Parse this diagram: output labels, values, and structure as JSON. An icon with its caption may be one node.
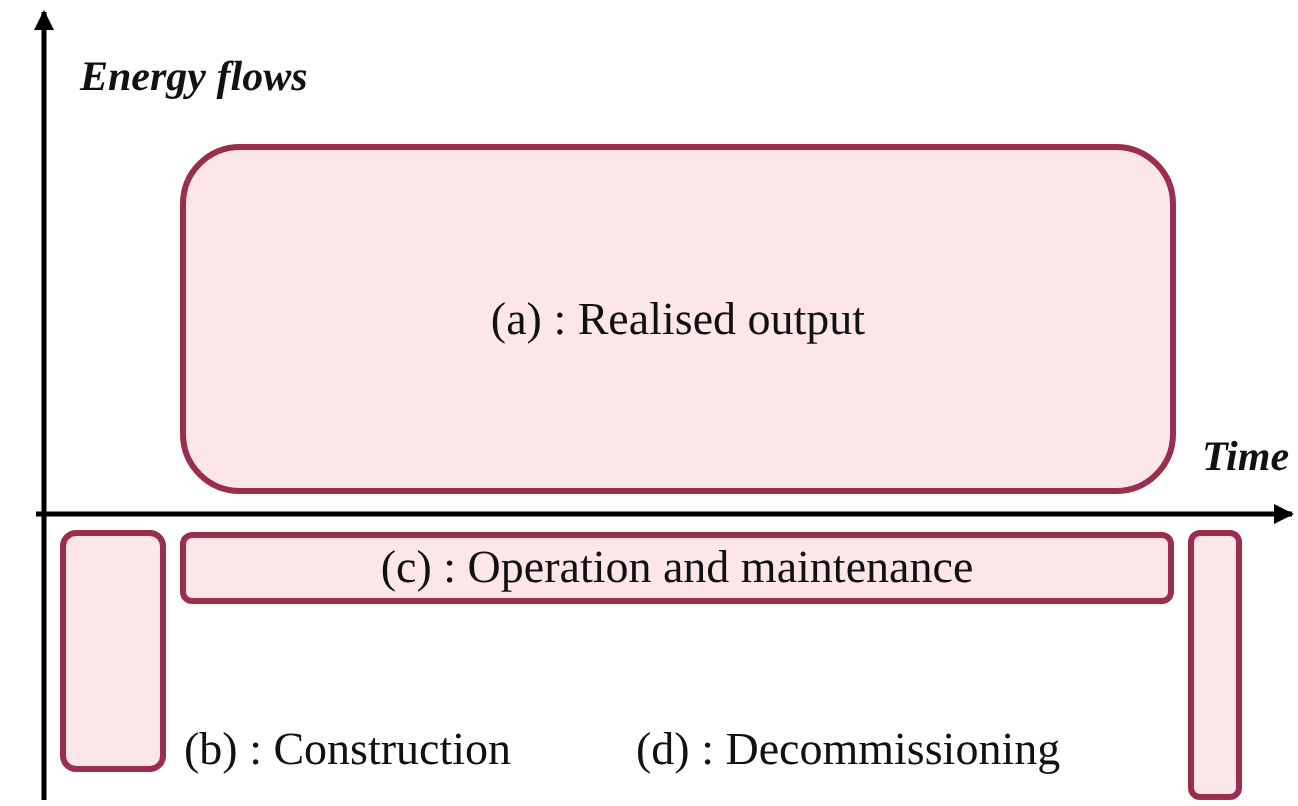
{
  "diagram": {
    "nodes": [
      {
        "text": [
          "(a) : Realised output"
        ]
      },
      {
        "text": [],
        "shape": "box",
        "beside": [
          "(b) : Construction"
        ]
      },
      {
        "text": [
          "(c) : Operation and maintenance"
        ]
      },
      {
        "text": [],
        "shape": "box",
        "beside": [
          "(d) : Decommissioning"
        ]
      }
    ],
    "edges": [],
    "labels": [
      "Energy flows",
      "Time"
    ]
  }
}
